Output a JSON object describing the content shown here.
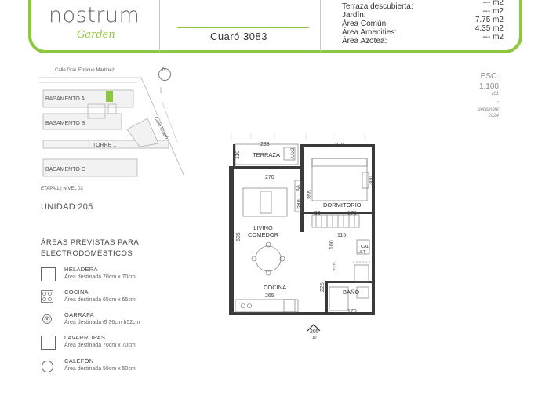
{
  "brand": {
    "name": "nostrum",
    "sub": "Garden"
  },
  "address": "Cuaró 3083",
  "areas": [
    {
      "label": "Terraza descubierta:",
      "value": "---",
      "unit": "m2"
    },
    {
      "label": "Jardín:",
      "value": "---",
      "unit": "m2"
    },
    {
      "label": "Área Común:",
      "value": "7.75",
      "unit": "m2"
    },
    {
      "label": "Área Amenities:",
      "value": "4.35",
      "unit": "m2"
    },
    {
      "label": "Área Azotea:",
      "value": "---",
      "unit": "m2"
    }
  ],
  "site": {
    "street_top": "Calle Gral. Enrique Martínez",
    "street_side": "Calle Cuaró",
    "blocks": [
      "BASAMENTO A",
      "BASAMENTO B",
      "TORRE 1",
      "BASAMENTO C"
    ],
    "north": "N",
    "stage": "ETAPA 1 | NIVEL 02"
  },
  "scale": {
    "label": "ESC.",
    "ratio": "1:100",
    "version": "v01",
    "dash": "-",
    "date_month": "Setiembre",
    "date_year": "2024"
  },
  "unit": "UNIDAD 205",
  "appliances": {
    "title_1": "ÁREAS PREVISTAS PARA",
    "title_2": "ELECTRODOMÉSTICOS",
    "items": [
      {
        "name": "HELADERA",
        "desc": "Área destinada 70cm x 70cm",
        "icon": "square-icon"
      },
      {
        "name": "COCINA",
        "desc": "Área destinada 65cm x 65cm",
        "icon": "stove-icon"
      },
      {
        "name": "GARRAFA",
        "desc": "Área destinada Ø 36cm h52cm",
        "icon": "gas-cylinder-icon"
      },
      {
        "name": "LAVARROPAS",
        "desc": "Área destinada 70cm x 70cm",
        "icon": "square-icon"
      },
      {
        "name": "CALEFÓN",
        "desc": "Área destinada 50cm x 50cm",
        "icon": "circle-icon"
      }
    ]
  },
  "plan": {
    "rooms": {
      "terraza": "TERRAZA",
      "dormitorio": "DORMITORIO",
      "living_1": "LIVING",
      "living_2": "COMEDOR",
      "cocina": "COCINA",
      "bano": "BAÑO",
      "cal": "CAL",
      "lst": "LST"
    },
    "dims": {
      "terraza_w": "238",
      "terraza_h": "110",
      "aa": "AAx2",
      "dorm_w": "270",
      "dorm_h": "300",
      "dorm_hl": "355",
      "living_w": "270",
      "living_h": "505",
      "aa2": "AA",
      "d240": "240",
      "d95": "95",
      "d175": "175",
      "d115": "115",
      "d100": "100",
      "d215": "215",
      "d225": "225",
      "cocina_w": "265",
      "bano_w": "170"
    },
    "unit_tag": "205",
    "unit_tag_sub": "10"
  },
  "colors": {
    "accent": "#8dc63f",
    "wall": "#3a3a3a",
    "text": "#444444"
  }
}
